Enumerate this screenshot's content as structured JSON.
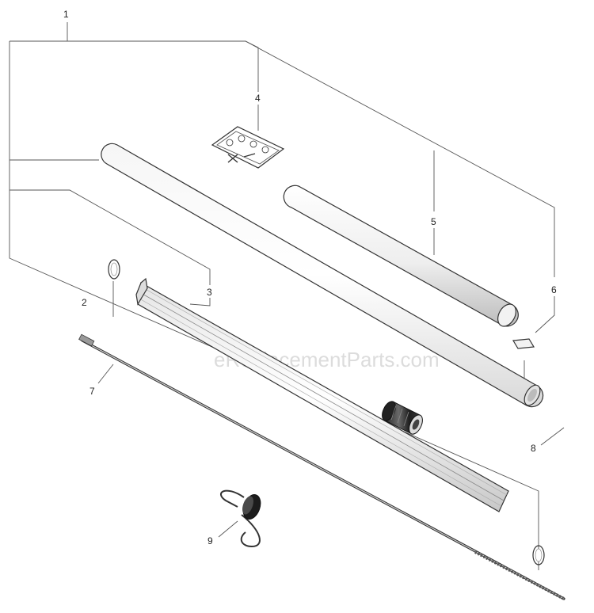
{
  "diagram": {
    "watermark": "eReplacementParts.com",
    "callouts": {
      "c1": "1",
      "c2": "2",
      "c3": "3",
      "c4": "4",
      "c5": "5",
      "c6": "6",
      "c7": "7",
      "c8": "8",
      "c9": "9"
    },
    "parts": [
      {
        "callout": "1",
        "name": "shaft-assembly"
      },
      {
        "callout": "2",
        "name": "retaining-ring"
      },
      {
        "callout": "3",
        "name": "liner"
      },
      {
        "callout": "4",
        "name": "warning-decal"
      },
      {
        "callout": "5",
        "name": "grip-foam-tube"
      },
      {
        "callout": "6",
        "name": "small-label"
      },
      {
        "callout": "7",
        "name": "drive-shaft"
      },
      {
        "callout": "8",
        "name": "bushing"
      },
      {
        "callout": "9",
        "name": "hanger-hook"
      }
    ]
  }
}
